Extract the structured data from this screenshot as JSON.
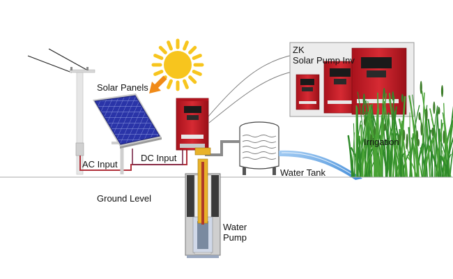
{
  "labels": {
    "brand": "ZK",
    "product": "Solar Pump Inv",
    "solar_panels": "Solar Panels",
    "ac_input": "AC Input",
    "dc_input": "DC Input",
    "water_tank": "Water Tank",
    "irrigation": "Irrigation",
    "ground_level": "Ground Level",
    "water_pump": "Water Pump"
  },
  "icons": {
    "sun": "sun-icon",
    "panel": "solar-panel-icon",
    "inverter": "inverter-icon",
    "tank": "water-tank-icon",
    "pump": "submersible-pump-icon",
    "grass": "grass-icon",
    "pole": "utility-pole-icon"
  },
  "colors": {
    "inverter_red": "#c8202a",
    "panel_blue": "#2a34a8",
    "sun_yellow": "#f7c51e",
    "arrow_orange": "#f08a18",
    "grass_green": "#2f8a2a",
    "water_blue": "#2d7fd4",
    "ac_wire": "#b0303a",
    "dc_wire": "#7a2a4a"
  }
}
